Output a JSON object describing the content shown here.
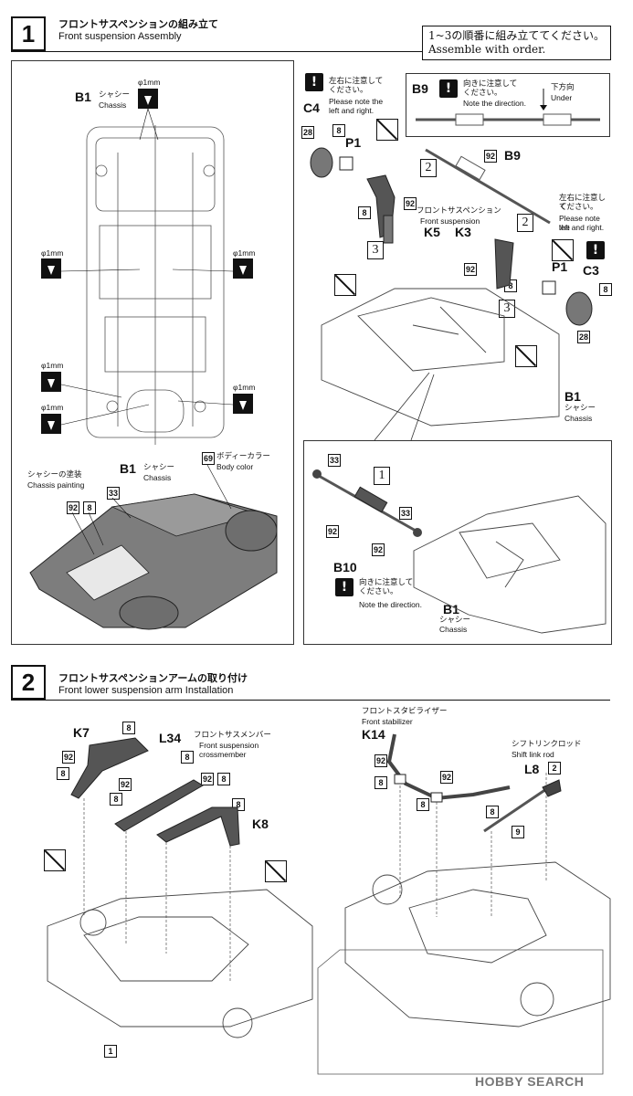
{
  "step1": {
    "number": "1",
    "title_jp": "フロントサスペンションの組み立て",
    "title_en": "Front suspension Assembly",
    "order_note": [
      "1~3の順番に組み立ててください。",
      "Assemble with order."
    ],
    "left_top": {
      "b1_label": "B1",
      "b1_jp": "シャシー",
      "b1_en": "Chassis",
      "drill_size": "φ1mm"
    },
    "left_bottom": {
      "b1_label": "B1",
      "b1_jp": "シャシー",
      "b1_en": "Chassis",
      "painting_jp": "シャシーの塗装",
      "painting_en": "Chassis painting",
      "body_color_code": "69",
      "body_color_jp": "ボディーカラー",
      "body_color_en": "Body color",
      "paint_codes": [
        "92",
        "8",
        "33"
      ]
    },
    "right_top": {
      "c4_label": "C4",
      "c3_label": "C3",
      "p1_label": "P1",
      "b9_label": "B9",
      "k5_label": "K5",
      "k3_label": "K3",
      "b1_label": "B1",
      "b1_jp": "シャシー",
      "b1_en": "Chassis",
      "note_lr_jp": [
        "左右に注意して",
        "ください。"
      ],
      "note_lr_en": [
        "Please note the",
        "left and right."
      ],
      "note_dir_jp": [
        "向きに注意して",
        "ください。"
      ],
      "note_dir_en": "Note the direction.",
      "under_jp": "下方向",
      "under_en": "Under",
      "front_susp_jp": "フロントサスペンション",
      "front_susp_en": "Front suspension",
      "codes": [
        "28",
        "8",
        "92"
      ],
      "order_marks": [
        "2",
        "3"
      ]
    },
    "right_bottom": {
      "b10_label": "B10",
      "b1_label": "B1",
      "b1_jp": "シャシー",
      "b1_en": "Chassis",
      "note_dir_jp": [
        "向きに注意して",
        "ください。"
      ],
      "note_dir_en": "Note the direction.",
      "codes": [
        "33",
        "92"
      ],
      "order_mark": "1"
    }
  },
  "step2": {
    "number": "2",
    "title_jp": "フロントサスペンションアームの取り付け",
    "title_en": "Front lower suspension arm Installation",
    "left": {
      "k7_label": "K7",
      "l34_label": "L34",
      "k8_label": "K8",
      "crossmember_jp": "フロントサスメンバー",
      "crossmember_en": [
        "Front suspension",
        "crossmember"
      ],
      "codes": [
        "8",
        "92"
      ],
      "ref_mark": "1"
    },
    "right": {
      "k14_label": "K14",
      "l8_label": "L8",
      "stabilizer_jp": "フロントスタビライザー",
      "stabilizer_en": "Front stabilizer",
      "shift_jp": "シフトリンクロッド",
      "shift_en": "Shift link rod",
      "codes": [
        "92",
        "8",
        "9",
        "2"
      ]
    }
  },
  "watermark": "HOBBY SEARCH",
  "colors": {
    "ink": "#111111",
    "panel_border": "#333333",
    "shade": "#8a8a8a"
  }
}
